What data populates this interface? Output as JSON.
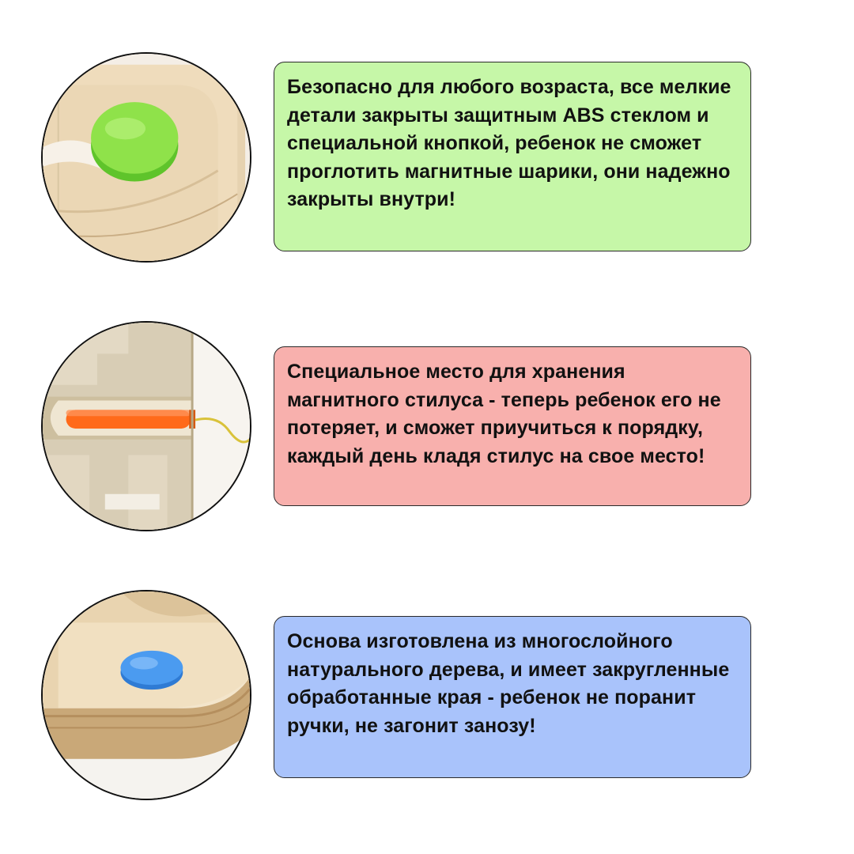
{
  "features": [
    {
      "text": "Безопасно для любого возраста, все мелкие детали закрыты защитным ABS стеклом и специальной кнопкой, ребенок не сможет проглотить магнитные шарики, они надежно закрыты внутри!",
      "card_color": "#c6f7a8",
      "icon": "green-button-closeup"
    },
    {
      "text": "Специальное место для хранения магнитного стилуса - теперь ребенок его не потеряет, и сможет приучиться к порядку, каждый день кладя стилус на свое место!",
      "card_color": "#f8b0ad",
      "icon": "orange-stylus-closeup"
    },
    {
      "text": "Основа изготовлена из многослойного натурального дерева, и имеет закругленные обработанные края - ребенок не поранит ручки, не загонит занозу!",
      "card_color": "#a9c3fb",
      "icon": "blue-button-closeup"
    }
  ]
}
